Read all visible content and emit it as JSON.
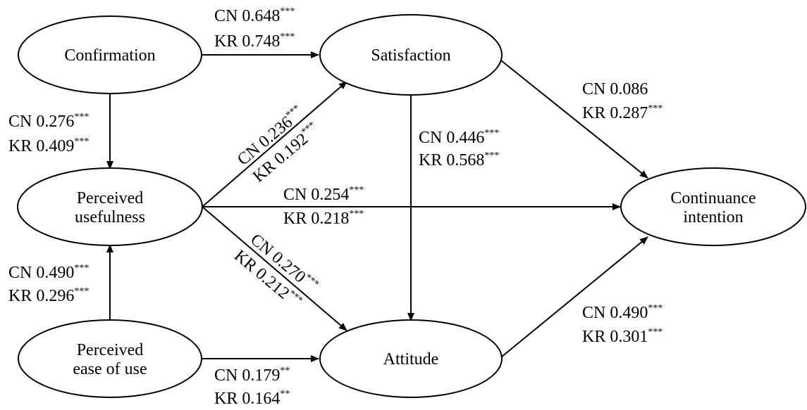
{
  "nodes": {
    "confirmation": {
      "lines": [
        "Confirmation"
      ]
    },
    "satisfaction": {
      "lines": [
        "Satisfaction"
      ]
    },
    "perceived_usefulness": {
      "lines": [
        "Perceived",
        "usefulness"
      ]
    },
    "continuance_intention": {
      "lines": [
        "Continuance",
        "intention"
      ]
    },
    "perceived_ease_of_use": {
      "lines": [
        "Perceived",
        "ease of use"
      ]
    },
    "attitude": {
      "lines": [
        "Attitude"
      ]
    }
  },
  "paths": {
    "conf_to_sat": {
      "from": "Confirmation",
      "to": "Satisfaction",
      "cn": {
        "label": "CN 0.648",
        "sig": "***"
      },
      "kr": {
        "label": "KR 0.748",
        "sig": "***"
      }
    },
    "conf_to_pu": {
      "from": "Confirmation",
      "to": "Perceived usefulness",
      "cn": {
        "label": "CN 0.276",
        "sig": "***"
      },
      "kr": {
        "label": "KR 0.409",
        "sig": "***"
      }
    },
    "pu_to_sat": {
      "from": "Perceived usefulness",
      "to": "Satisfaction",
      "cn": {
        "label": "CN 0.236",
        "sig": "***"
      },
      "kr": {
        "label": "KR 0.192",
        "sig": "***"
      }
    },
    "sat_to_ci": {
      "from": "Satisfaction",
      "to": "Continuance intention",
      "cn": {
        "label": "CN 0.086",
        "sig": ""
      },
      "kr": {
        "label": "KR 0.287",
        "sig": "***"
      }
    },
    "sat_to_att": {
      "from": "Satisfaction",
      "to": "Attitude",
      "cn": {
        "label": "CN 0.446",
        "sig": "***"
      },
      "kr": {
        "label": "KR 0.568",
        "sig": "***"
      }
    },
    "pu_to_ci": {
      "from": "Perceived usefulness",
      "to": "Continuance intention",
      "cn": {
        "label": "CN 0.254",
        "sig": "***"
      },
      "kr": {
        "label": "KR 0.218",
        "sig": "***"
      }
    },
    "pu_to_att": {
      "from": "Perceived usefulness",
      "to": "Attitude",
      "cn": {
        "label": "CN 0.270",
        "sig": "***"
      },
      "kr": {
        "label": "KR 0.212",
        "sig": "***"
      }
    },
    "peou_to_pu": {
      "from": "Perceived ease of use",
      "to": "Perceived usefulness",
      "cn": {
        "label": "CN 0.490",
        "sig": "***"
      },
      "kr": {
        "label": "KR 0.296",
        "sig": "***"
      }
    },
    "att_to_ci": {
      "from": "Attitude",
      "to": "Continuance intention",
      "cn": {
        "label": "CN 0.490",
        "sig": "***"
      },
      "kr": {
        "label": "KR 0.301",
        "sig": "***"
      }
    },
    "peou_to_att": {
      "from": "Perceived ease of use",
      "to": "Attitude",
      "cn": {
        "label": "CN 0.179",
        "sig": "**"
      },
      "kr": {
        "label": "KR 0.164",
        "sig": "**"
      }
    }
  }
}
